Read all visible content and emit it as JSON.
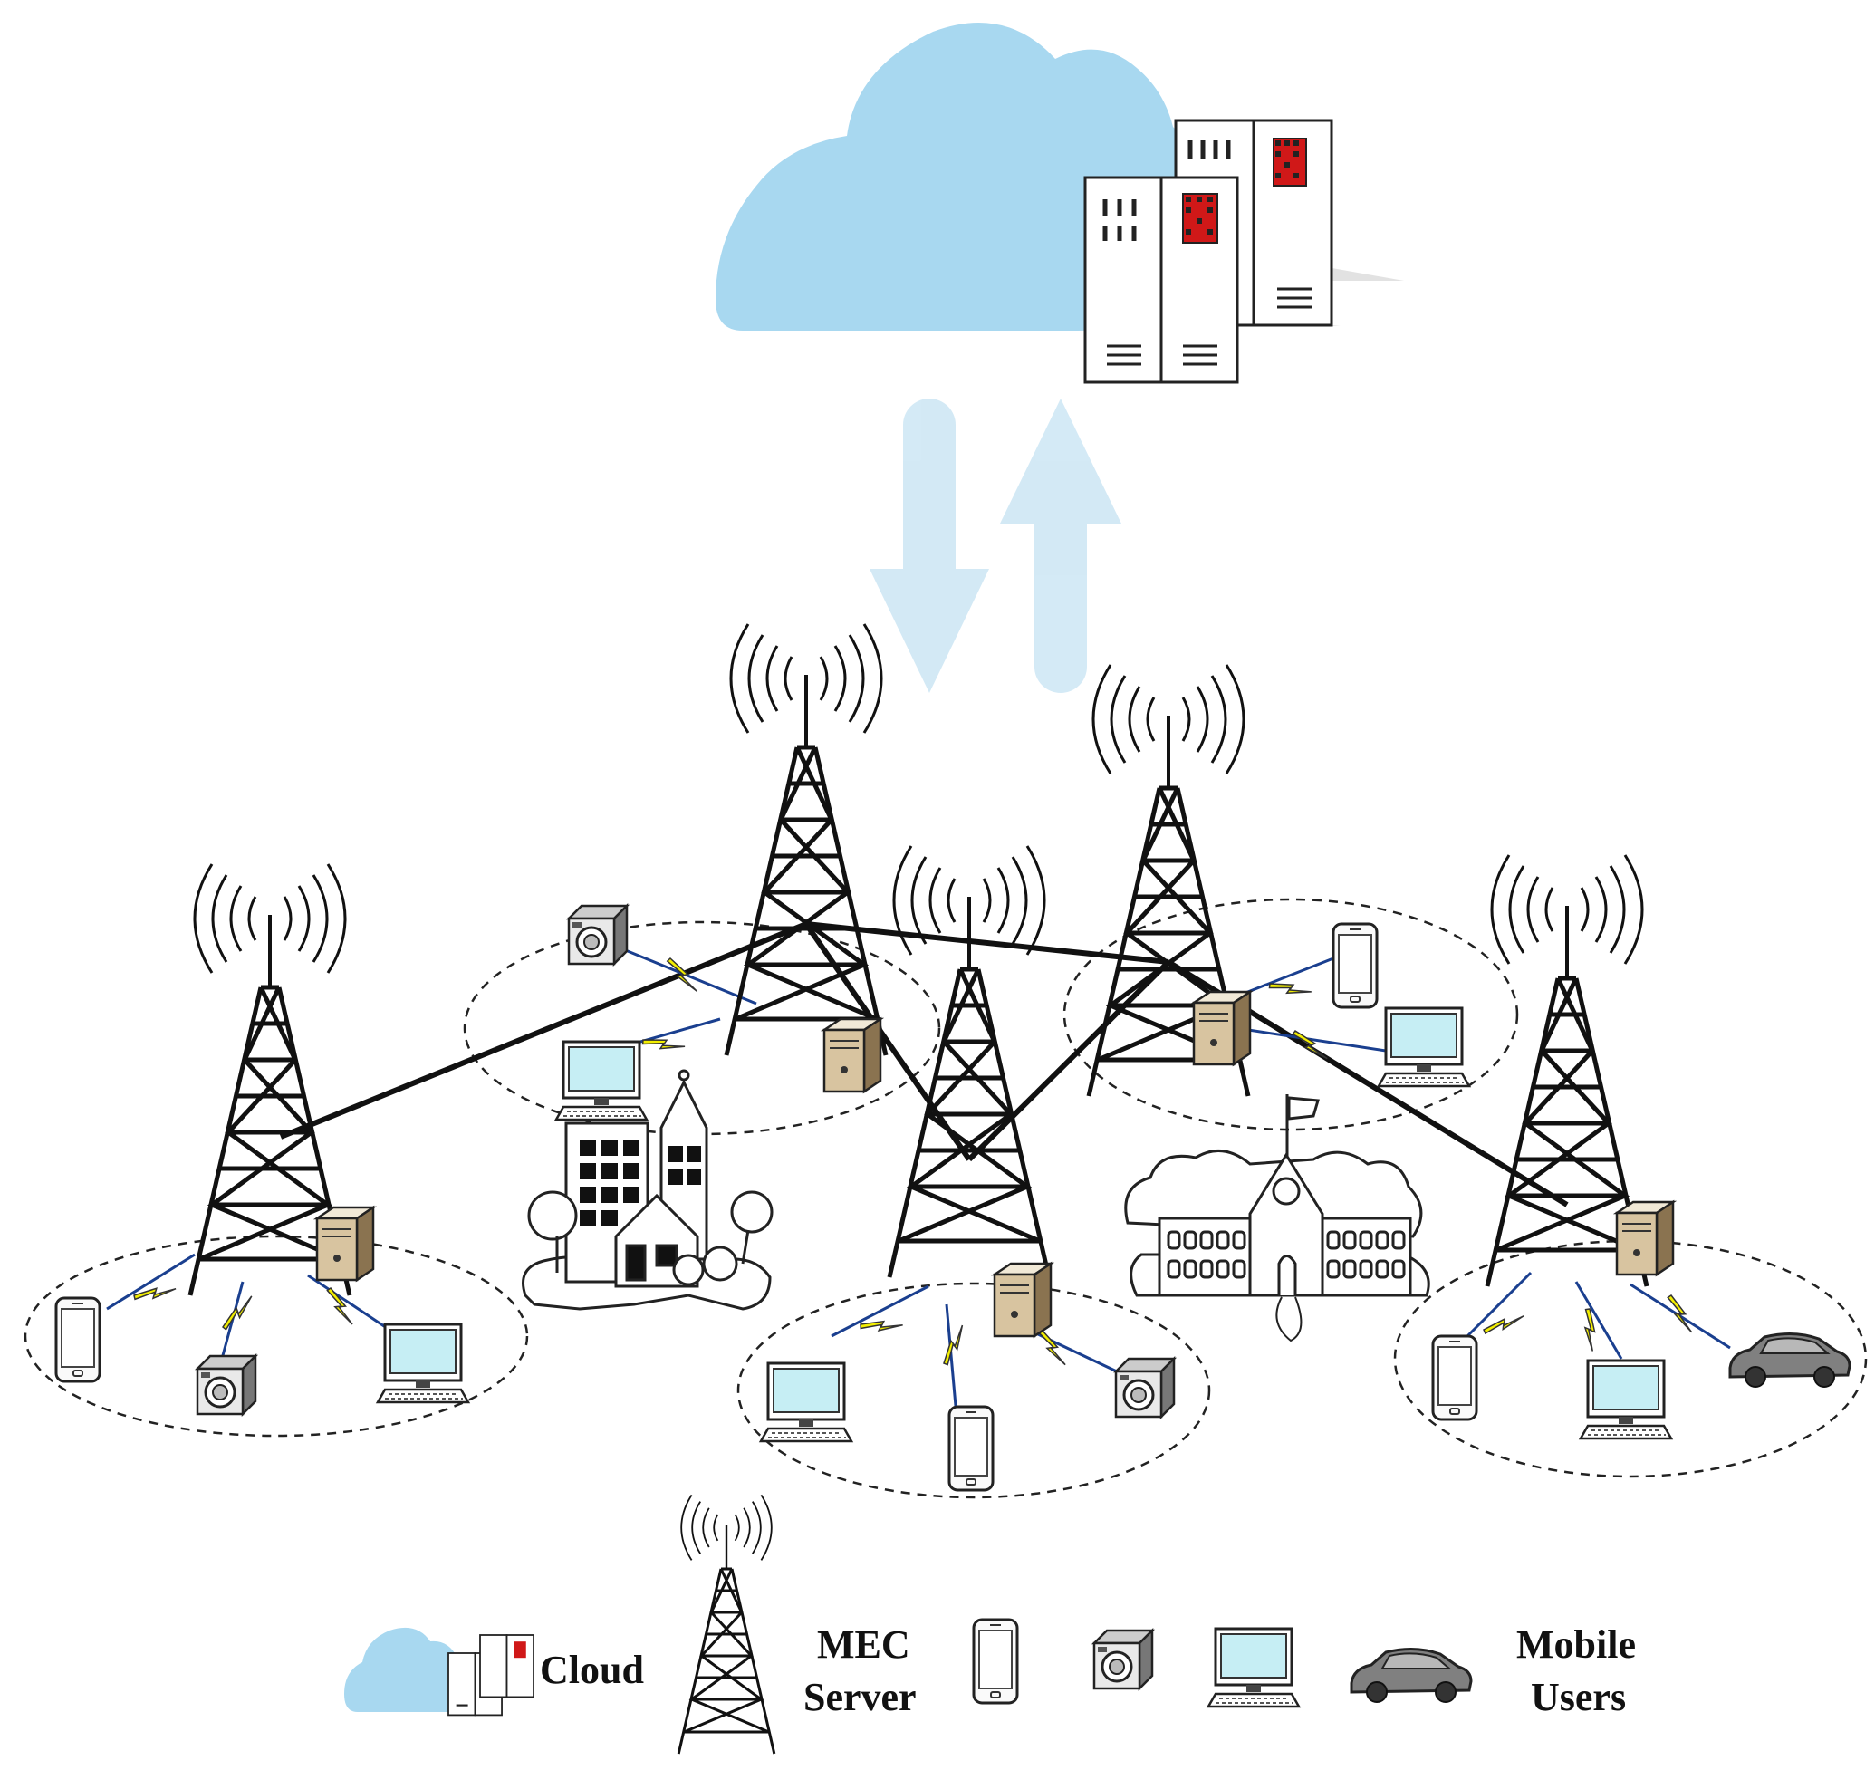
{
  "colors": {
    "cloud": "#a8d8f0",
    "arrow": "#cce6f4",
    "server_panel": "#ffffff",
    "server_led": "#d01818",
    "lightning": "#f2ee00",
    "radio_link": "#1a3f8f",
    "edge_server": "#c9b28a",
    "screen": "#c6eef4",
    "car": "#7a7a7a"
  },
  "icons": {
    "cloud": "cloud-icon",
    "cloud_server": "server-rack-icon",
    "base_station": "cell-tower-icon",
    "edge_server": "pc-server-icon",
    "smartphone": "smartphone-icon",
    "camera": "camera-icon",
    "computer": "monitor-icon",
    "vehicle": "car-icon",
    "building": "building-icon",
    "school": "school-icon"
  },
  "legend": {
    "cloud_label": "Cloud",
    "mec_label_line1": "MEC",
    "mec_label_line2": "Server",
    "users_label_line1": "Mobile",
    "users_label_line2": "Users"
  }
}
